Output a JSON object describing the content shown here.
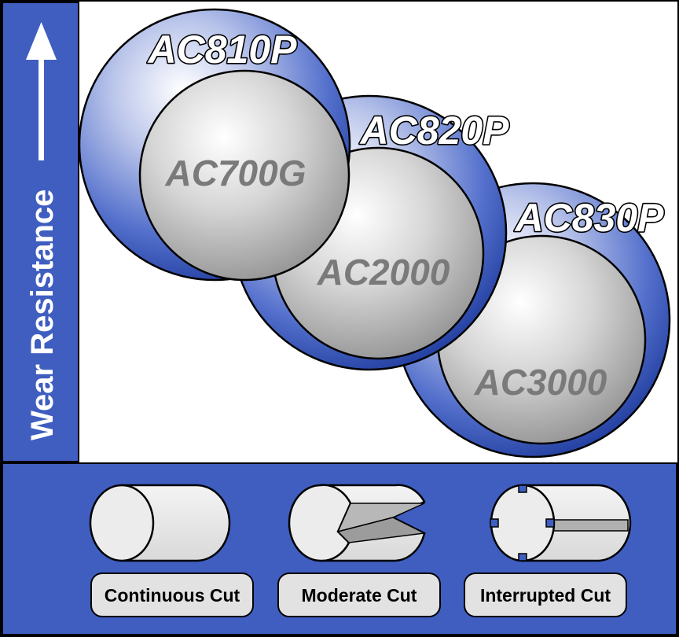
{
  "axis": {
    "label": "Wear Resistance"
  },
  "grades": [
    {
      "outer": "AC810P",
      "inner": "AC700G"
    },
    {
      "outer": "AC820P",
      "inner": "AC2000"
    },
    {
      "outer": "AC830P",
      "inner": "AC3000"
    }
  ],
  "cut_types": [
    {
      "label": "Continuous Cut",
      "icon": "plain-cylinder-icon"
    },
    {
      "label": "Moderate Cut",
      "icon": "v-groove-cylinder-icon"
    },
    {
      "label": "Interrupted Cut",
      "icon": "slotted-cylinder-icon"
    }
  ],
  "colors": {
    "frame_blue": "#3f5ec0",
    "outer_ring_blue": "#2c4db3",
    "inner_sphere_gray": "#c8c8c8",
    "inner_label_gray": "#7a7a7a",
    "label_pill_gray": "#e2e2e2"
  }
}
